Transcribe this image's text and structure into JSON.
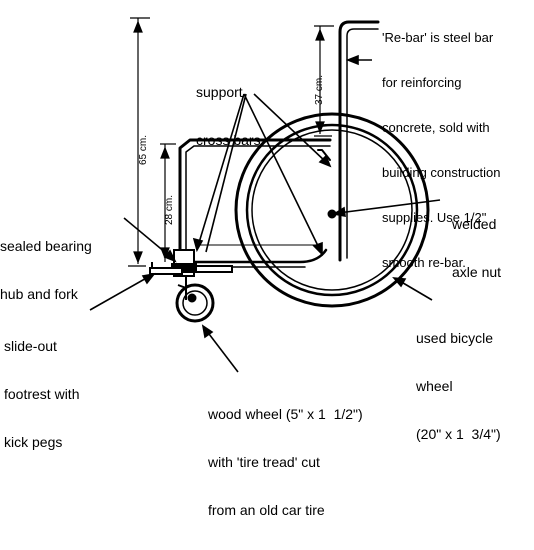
{
  "labels": {
    "rebar_note": [
      "'Re-bar' is steel bar",
      "for reinforcing",
      "concrete, sold with",
      "building construction",
      "supplies. Use 1/2\"",
      "smooth re-bar."
    ],
    "support_cross_bars": [
      "support",
      "cross bars"
    ],
    "welded_axle_nut": [
      "welded",
      "axle nut"
    ],
    "sealed_bearing": [
      "sealed bearing",
      "hub and fork"
    ],
    "slide_out_footrest": [
      "slide-out",
      "footrest with",
      "kick pegs"
    ],
    "used_bicycle_wheel": [
      "used bicycle",
      "wheel",
      "(20\" x 1  3/4\")"
    ],
    "wood_wheel": [
      "wood wheel (5\" x 1  1/2\")",
      "with 'tire tread' cut",
      "from an old car tire"
    ]
  },
  "dimensions": {
    "overall_height": "65 cm.",
    "upper_height": "37 cm.",
    "lower_height": "28 cm."
  }
}
